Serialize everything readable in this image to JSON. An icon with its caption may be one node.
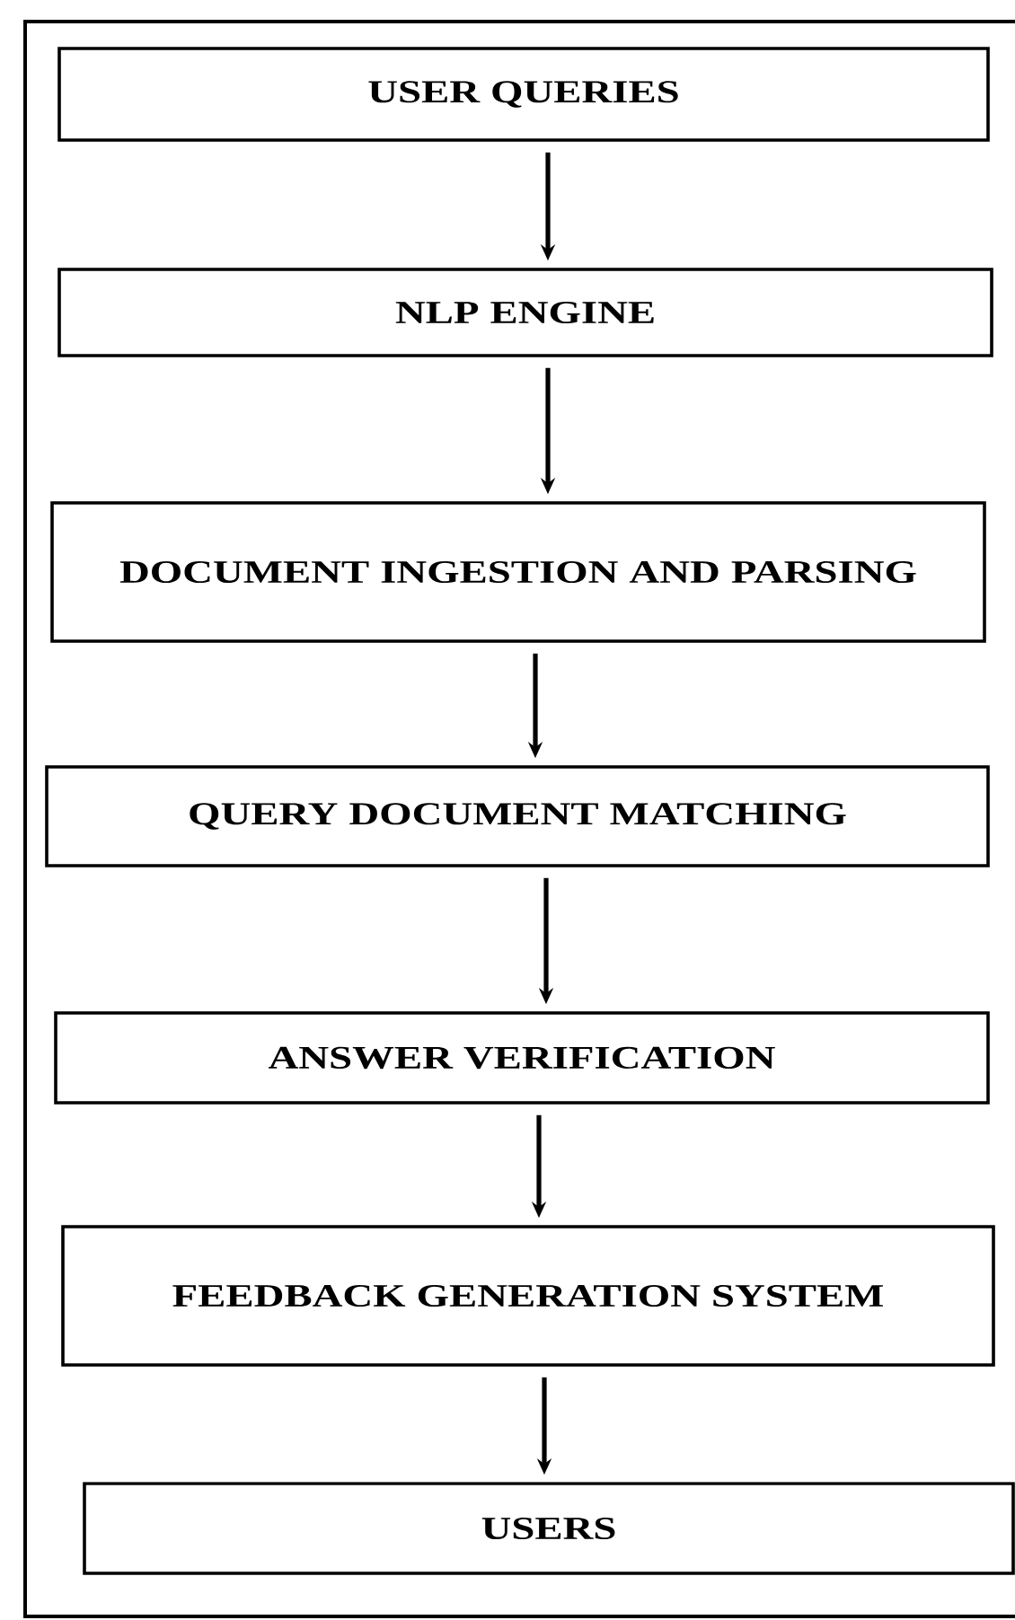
{
  "diagram": {
    "nodes": [
      {
        "text": [
          "USER QUERIES"
        ]
      },
      {
        "text": [
          "NLP ENGINE"
        ]
      },
      {
        "text": [
          "DOCUMENT INGESTION AND PARSING"
        ]
      },
      {
        "text": [
          "QUERY DOCUMENT MATCHING"
        ]
      },
      {
        "text": [
          "ANSWER VERIFICATION"
        ]
      },
      {
        "text": [
          "FEEDBACK GENERATION SYSTEM"
        ]
      },
      {
        "text": [
          "USERS"
        ]
      }
    ],
    "edges": [
      {
        "from": 0,
        "to": 1,
        "arrow": "to"
      },
      {
        "from": 1,
        "to": 2,
        "arrow": "to"
      },
      {
        "from": 2,
        "to": 3,
        "arrow": "to"
      },
      {
        "from": 3,
        "to": 4,
        "arrow": "to"
      },
      {
        "from": 4,
        "to": 5,
        "arrow": "to"
      },
      {
        "from": 5,
        "to": 6,
        "arrow": "to"
      }
    ]
  }
}
